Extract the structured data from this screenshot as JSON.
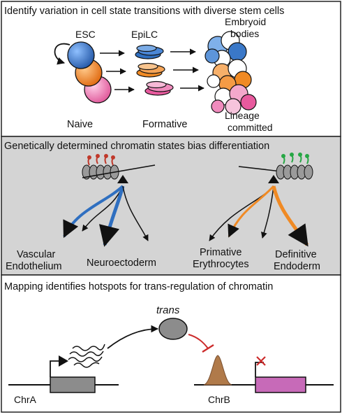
{
  "panel1": {
    "title": "Identify variation in cell state transitions with diverse stem cells",
    "esc": "ESC",
    "epilc": "EpiLC",
    "embryoid_line1": "Embryoid",
    "embryoid_line2": "bodies",
    "naive": "Naive",
    "formative": "Formative",
    "lineage_line1": "Lineage",
    "lineage_line2": "committed",
    "colors": {
      "blue": "#2f6fc0",
      "orange": "#f08a24",
      "pink": "#e85a9e",
      "light_pink": "#f2a9c9"
    }
  },
  "panel2": {
    "title": "Genetically determined chromatin states bias differentiation",
    "vascular_line1": "Vascular",
    "vascular_line2": "Endothelium",
    "neuroectoderm": "Neuroectoderm",
    "primative_line1": "Primative",
    "primative_line2": "Erythrocytes",
    "definitive_line1": "Definitive",
    "definitive_line2": "Endoderm",
    "colors": {
      "background": "#d4d4d4",
      "red_mark": "#c0392b",
      "green_mark": "#27a745"
    }
  },
  "panel3": {
    "title": "Mapping identifies hotspots for trans-regulation of chromatin",
    "trans": "trans",
    "chra": "ChrA",
    "chrb": "ChrB",
    "colors": {
      "gene_a": "#8c8c8c",
      "gene_b": "#c76ab8",
      "peak": "#b07a4a",
      "inhibit": "#cc2b2b"
    }
  }
}
